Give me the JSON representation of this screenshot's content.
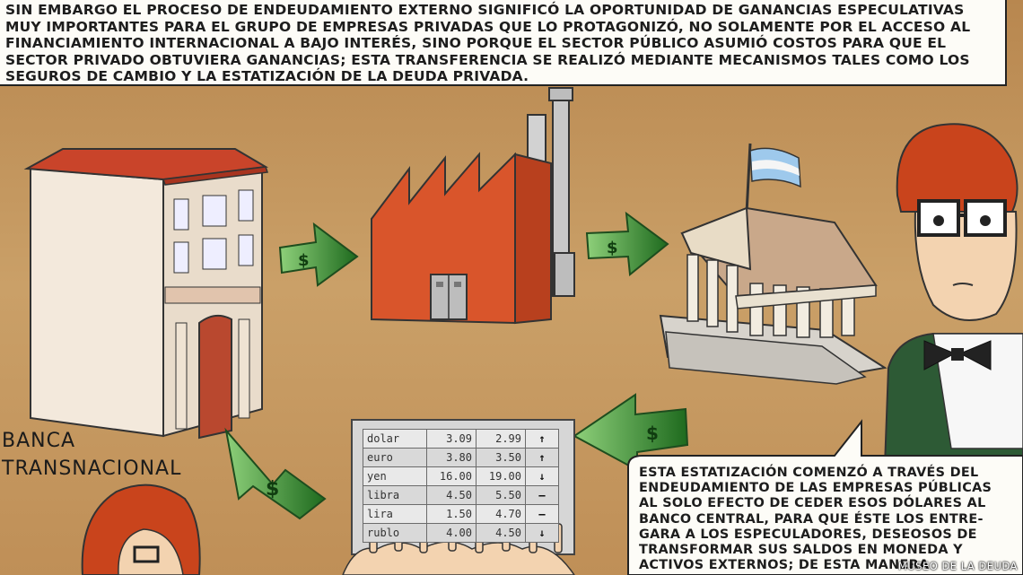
{
  "caption": {
    "lines": [
      "SIN EMBARGO EL PROCESO DE ENDEUDAMIENTO EXTERNO SIGNIFICÓ LA OPORTUNIDAD DE GANANCIAS ESPECULATIVAS",
      "MUY IMPORTANTES PARA EL GRUPO DE EMPRESAS PRIVADAS QUE LO PROTAGONIZÓ, NO SOLAMENTE POR EL ACCESO AL",
      "FINANCIAMIENTO INTERNACIONAL A BAJO INTERÉS, SINO PORQUE EL SECTOR PÚBLICO ASUMIÓ COSTOS PARA QUE EL",
      "SECTOR PRIVADO OBTUVIERA GANANCIAS; ESTA TRANSFERENCIA SE REALIZÓ MEDIANTE MECANISMOS TALES COMO LOS",
      "SEGUROS DE CAMBIO Y LA ESTATIZACIÓN DE LA DEUDA PRIVADA."
    ]
  },
  "bank_label": {
    "line1": "BANCA",
    "line2": "TRANSNACIONAL"
  },
  "dollar_symbol": "$",
  "exchange_table": {
    "rows": [
      {
        "name": "dolar",
        "buy": "3.09",
        "sell": "2.99",
        "trend": "↑"
      },
      {
        "name": "euro",
        "buy": "3.80",
        "sell": "3.50",
        "trend": "↑"
      },
      {
        "name": "yen",
        "buy": "16.00",
        "sell": "19.00",
        "trend": "↓"
      },
      {
        "name": "libra",
        "buy": "4.50",
        "sell": "5.50",
        "trend": "—"
      },
      {
        "name": "lira",
        "buy": "1.50",
        "sell": "4.70",
        "trend": "—"
      },
      {
        "name": "rublo",
        "buy": "4.00",
        "sell": "4.50",
        "trend": "↓"
      }
    ]
  },
  "speech": {
    "lines": [
      "ESTA ESTATIZACIÓN COMENZÓ A TRAVÉS DEL",
      "ENDEUDAMIENTO DE LAS EMPRESAS PÚBLICAS",
      "AL SOLO EFECTO DE CEDER ESOS DÓLARES AL",
      "BANCO CENTRAL, PARA QUE ÉSTE LOS ENTRE-",
      "GARA A LOS ESPECULADORES, DESEOSOS DE",
      "TRANSFORMAR SUS SALDOS EN MONEDA Y",
      "ACTIVOS EXTERNOS; DE ESTA MANERA"
    ]
  },
  "credit": "MUSEO DE LA DEUDA",
  "colors": {
    "background": "#c89a61",
    "factory": "#d9552b",
    "arrow": "#2f7a2a",
    "hair": "#c9441c"
  }
}
